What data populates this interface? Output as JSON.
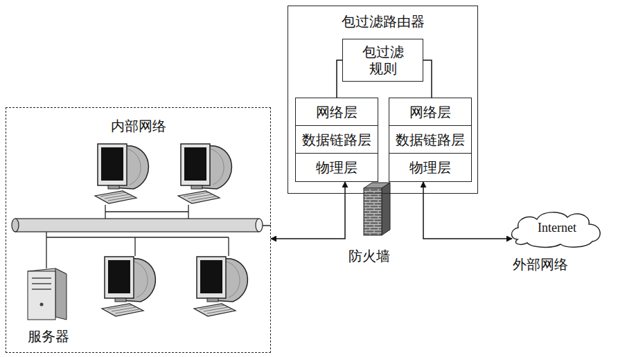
{
  "diagram": {
    "nodes": [
      {
        "text": [
          "内部网络"
        ]
      },
      {
        "text": [
          "包过滤路由器"
        ]
      },
      {
        "text": [
          "包过滤 规则"
        ],
        "in": 1
      },
      {
        "text": [
          "网络层"
        ],
        "in": 1
      },
      {
        "text": [
          "数据链路层"
        ],
        "in": 1
      },
      {
        "text": [
          "物理层"
        ],
        "in": 1
      },
      {
        "text": [
          "网络层"
        ],
        "in": 1
      },
      {
        "text": [
          "数据链路层"
        ],
        "in": 1
      },
      {
        "text": [
          "物理层"
        ],
        "in": 1
      },
      {
        "text": [
          "Internet"
        ]
      }
    ],
    "edges": [
      {
        "from": 0,
        "to": 5,
        "arrow": "both"
      },
      {
        "from": 8,
        "to": 9,
        "arrow": "both"
      },
      {
        "from": 2,
        "to": 3,
        "arrow": "none"
      },
      {
        "from": 2,
        "to": 6,
        "arrow": "none"
      }
    ],
    "labels": [
      "服务器",
      "防火墙",
      "外部网络"
    ]
  }
}
